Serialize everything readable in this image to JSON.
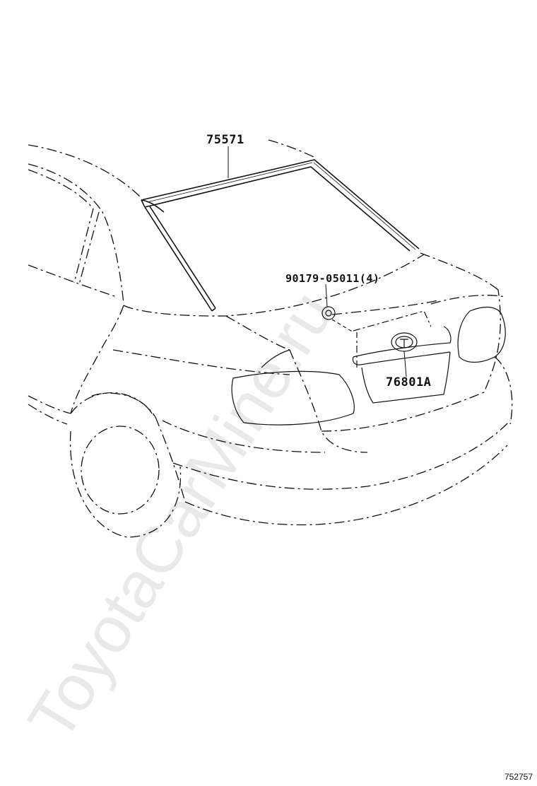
{
  "callouts": {
    "rear_window_molding": "75571",
    "clip_part": "90179-05011(4)",
    "emblem_part": "76801A"
  },
  "diagram_id": "752757",
  "watermark": "ToyotaCarMine.ru",
  "colors": {
    "line": "#111111",
    "background": "#ffffff",
    "watermark": "#d0d0d0"
  }
}
